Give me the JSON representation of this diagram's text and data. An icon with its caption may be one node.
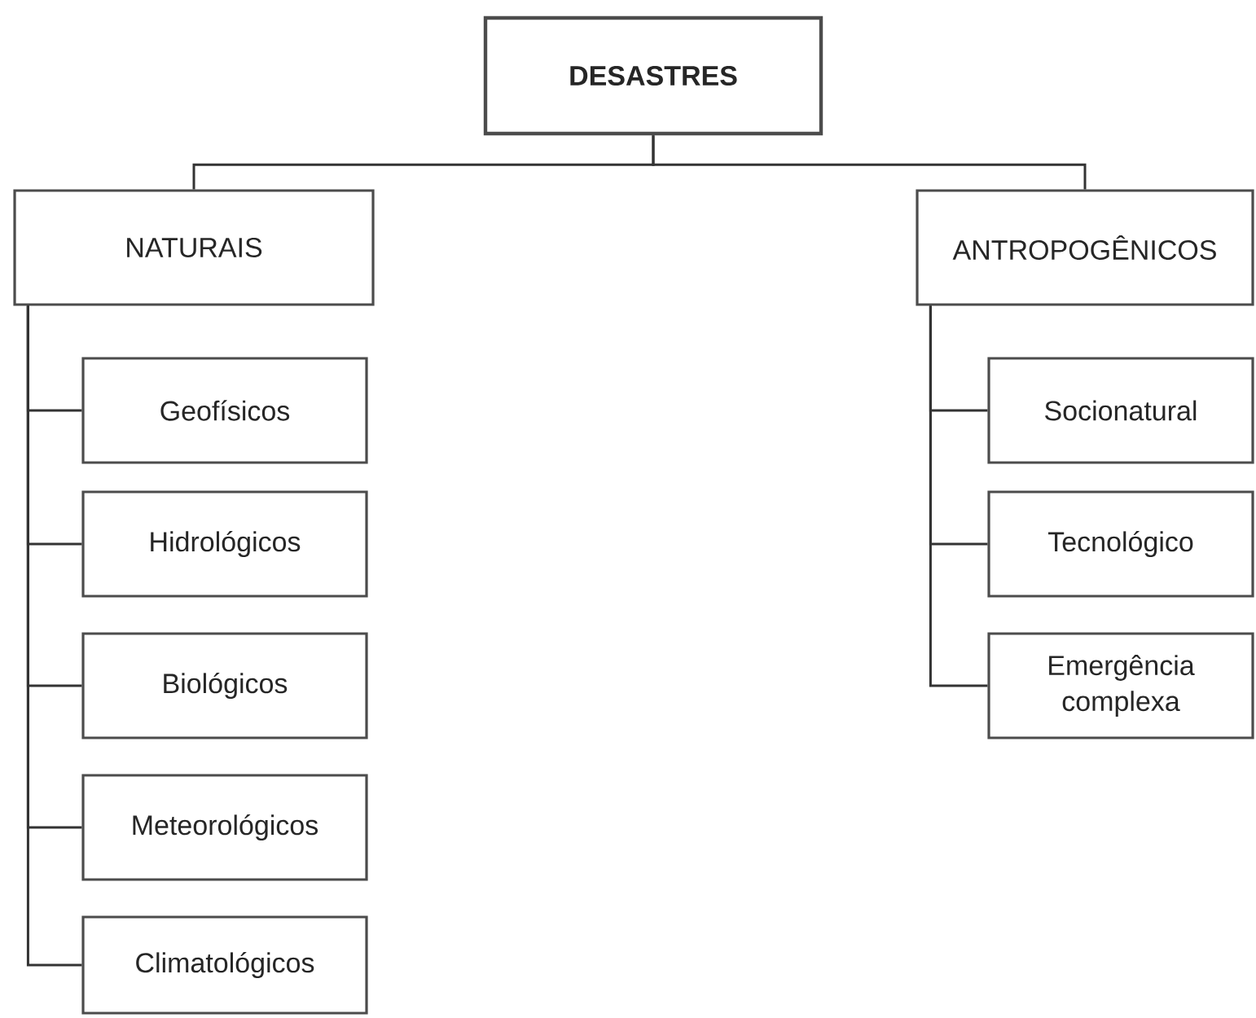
{
  "diagram": {
    "nodes": [
      {
        "text": [
          "DESASTRES"
        ]
      },
      {
        "text": [
          "NATURAIS"
        ]
      },
      {
        "text": [
          "ANTROPOGÊNICOS"
        ]
      },
      {
        "text": [
          "Geofísicos"
        ]
      },
      {
        "text": [
          "Hidrológicos"
        ]
      },
      {
        "text": [
          "Biológicos"
        ]
      },
      {
        "text": [
          "Meteorológicos"
        ]
      },
      {
        "text": [
          "Climatológicos"
        ]
      },
      {
        "text": [
          "Socionatural"
        ]
      },
      {
        "text": [
          "Tecnológico"
        ]
      },
      {
        "text": [
          "Emergência complexa"
        ]
      }
    ],
    "edges": [
      {
        "from": 0,
        "to": 1,
        "arrow": "none"
      },
      {
        "from": 0,
        "to": 2,
        "arrow": "none"
      },
      {
        "from": 1,
        "to": 3,
        "arrow": "none"
      },
      {
        "from": 1,
        "to": 4,
        "arrow": "none"
      },
      {
        "from": 1,
        "to": 5,
        "arrow": "none"
      },
      {
        "from": 1,
        "to": 6,
        "arrow": "none"
      },
      {
        "from": 1,
        "to": 7,
        "arrow": "none"
      },
      {
        "from": 2,
        "to": 8,
        "arrow": "none"
      },
      {
        "from": 2,
        "to": 9,
        "arrow": "none"
      },
      {
        "from": 2,
        "to": 10,
        "arrow": "none"
      }
    ]
  }
}
